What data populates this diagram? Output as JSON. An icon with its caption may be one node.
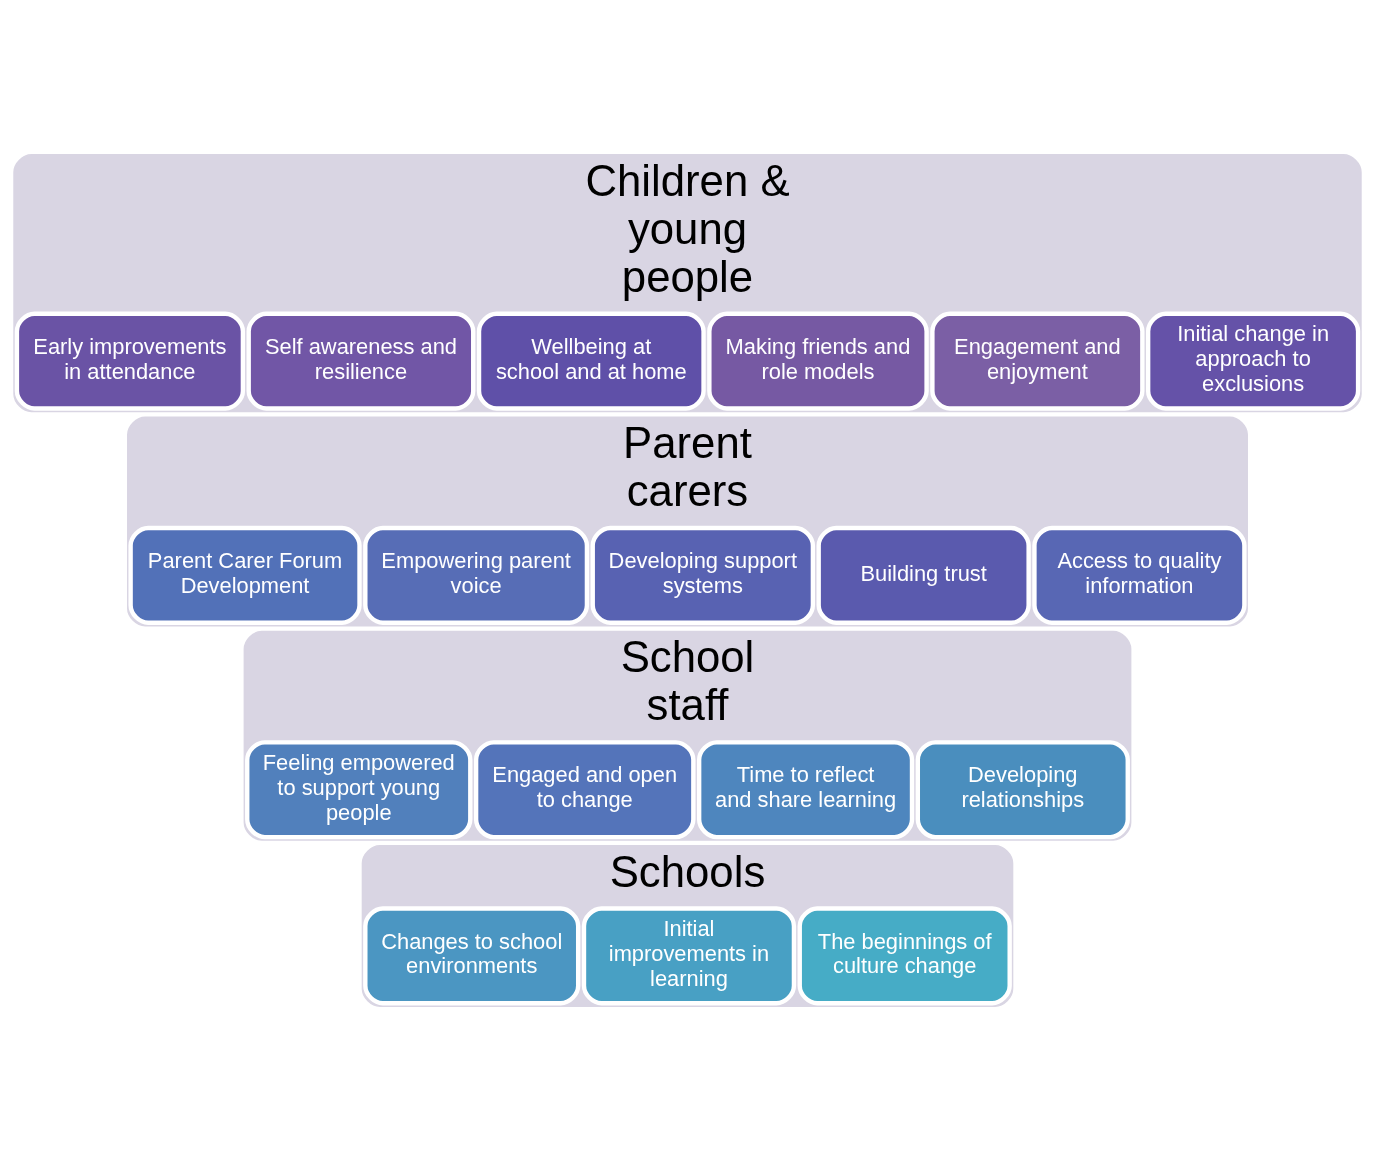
{
  "diagram": {
    "nodes": [
      {
        "text": [
          "Children & young people"
        ]
      },
      {
        "text": [
          "Engagement and enjoyment"
        ],
        "in": 0
      },
      {
        "text": [
          "Making friends and role models"
        ],
        "in": 0
      },
      {
        "text": [
          "Self awareness and resilience"
        ],
        "in": 0
      },
      {
        "text": [
          "Early improvements in attendance"
        ],
        "in": 0
      },
      {
        "text": [
          "Initial change in approach to exclusions"
        ],
        "in": 0
      },
      {
        "text": [
          "Wellbeing at school and at home"
        ],
        "in": 0
      },
      {
        "text": [
          "Parent carers"
        ]
      },
      {
        "text": [
          "Building trust"
        ],
        "in": 7
      },
      {
        "text": [
          "Developing support systems"
        ],
        "in": 7
      },
      {
        "text": [
          "Access to quality information"
        ],
        "in": 7
      },
      {
        "text": [
          "Empowering parent voice"
        ],
        "in": 7
      },
      {
        "text": [
          "Parent Carer Forum Development"
        ],
        "in": 7
      },
      {
        "text": [
          "School staff"
        ]
      },
      {
        "text": [
          "Engaged and open to change"
        ],
        "in": 13
      },
      {
        "text": [
          "Feeling empowered to support young people"
        ],
        "in": 13
      },
      {
        "text": [
          "Time to reflect and share learning"
        ],
        "in": 13
      },
      {
        "text": [
          "Developing relationships"
        ],
        "in": 13
      },
      {
        "text": [
          "Schools"
        ]
      },
      {
        "text": [
          "Changes to school environments"
        ],
        "in": 18
      },
      {
        "text": [
          "Initial improvements in learning"
        ],
        "in": 18
      },
      {
        "text": [
          "The beginnings of culture change"
        ],
        "in": 18
      }
    ],
    "edges": []
  }
}
